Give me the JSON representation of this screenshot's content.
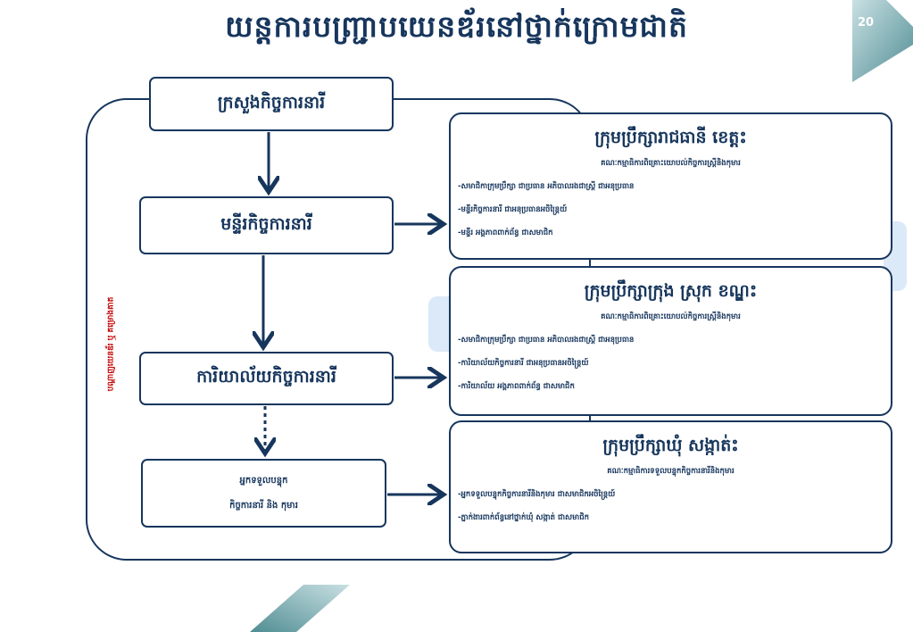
{
  "title": "យន្តការបញ្ជ្រាបយេនឌ័រនៅថ្នាក់ក្រោមជាតិ",
  "page_number": "20",
  "side_label": "បណ្តាញយេនឌ័រ ឬ គម្រោងគាត",
  "nodes": {
    "ministry": "ក្រសួងកិច្ចការនារី",
    "department": "មន្ទីរកិច្ចការនារី",
    "office": "ការិយាល័យកិច្ចការនារី",
    "focal_line1": "អ្នកទទួលបន្ទុក",
    "focal_line2": "កិច្ចការនារី និង កុមារ"
  },
  "panels": [
    {
      "title": "ក្រុមប្រឹក្សារាជធានី ខេត្តះ",
      "subtitle": "គណៈកម្មាធិការពិគ្រោះយោបល់កិច្ចការស្ត្រីនិងកុមារ",
      "lines": [
        "-សមាជិកាក្រុមប្រឹក្សា ជាប្រធាន អភិបាលរងជាស្ត្រី ជាអនុប្រធាន",
        "-មន្ទីរកិច្ចការនារី ជាអនុប្រធានអចិន្ត្រៃយ៍",
        "-មន្ទីរ អង្គភាពពាក់ព័ន្ធ ជាសមាជិក"
      ]
    },
    {
      "title": "ក្រុមប្រឹក្សាក្រុង ស្រុក ខណ្ឌះ",
      "subtitle": "គណៈកម្មាធិការពិគ្រោះយោបល់កិច្ចការស្ត្រីនិងកុមារ",
      "lines": [
        "-សមាជិកាក្រុមប្រឹក្សា ជាប្រធាន អភិបាលរងជាស្ត្រី ជាអនុប្រធាន",
        "-ការិយាល័យកិច្ចការនារី ជាអនុប្រធានអចិន្ត្រៃយ៍",
        "-ការិយាល័យ អង្គភាពពាក់ព័ន្ធ ជាសមាជិក"
      ]
    },
    {
      "title": "ក្រុមប្រឹក្សាឃុំ សង្កាត់ះ",
      "subtitle": "គណៈកម្មាធិការទទួលបន្ទុកកិច្ចការនារីនិងកុមារ",
      "lines": [
        "-អ្នកទទួលបន្ទុកកិច្ចការនារីនិងកុមារ ជាសមាជិកអចិន្ត្រៃយ៍",
        "-ភ្នាក់ងារពាក់ព័ន្ធនៅថ្នាក់ឃុំ សង្កាត់ ជាសមាជិក"
      ]
    }
  ],
  "colors": {
    "primary": "#17365d",
    "accent_red": "#c00000",
    "background_shape": "#dbe9f9",
    "teal": "#5f9ea0"
  }
}
